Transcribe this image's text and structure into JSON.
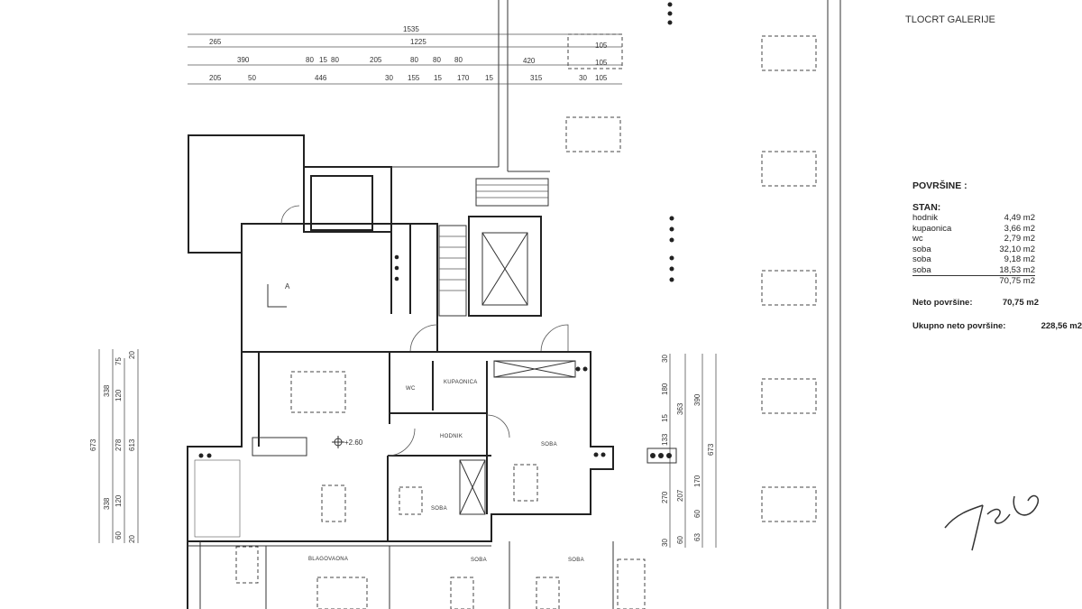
{
  "title": "TLOCRT GALERIJE",
  "areas": {
    "heading": "POVRŠINE :",
    "group": "STAN:",
    "rows": [
      {
        "name": "hodnik",
        "value": "4,49 m2"
      },
      {
        "name": "kupaonica",
        "value": "3,66 m2"
      },
      {
        "name": "wc",
        "value": "2,79 m2"
      },
      {
        "name": "soba",
        "value": "32,10 m2"
      },
      {
        "name": "soba",
        "value": "9,18 m2"
      },
      {
        "name": "soba",
        "value": "18,53 m2"
      }
    ],
    "sum": "70,75 m2",
    "neto_label": "Neto površine:",
    "neto_value": "70,75 m2",
    "total_label": "Ukupno neto površine:",
    "total_value": "228,56 m2"
  },
  "dims_top": {
    "r1": [
      "1535"
    ],
    "r2": [
      "265",
      "1225",
      "105"
    ],
    "r3": [
      "390",
      "80",
      "15",
      "80",
      "205",
      "80",
      "80",
      "80",
      "420",
      "105"
    ],
    "r4": [
      "205",
      "50",
      "446",
      "30",
      "155",
      "15",
      "170",
      "15",
      "315",
      "30",
      "105"
    ]
  },
  "dims_left": {
    "a": [
      "673"
    ],
    "b": [
      "338",
      "278",
      "338"
    ],
    "c": [
      "75",
      "120",
      "120",
      "60"
    ],
    "d": [
      "20",
      "613",
      "20"
    ]
  },
  "dims_right": {
    "a": [
      "30",
      "180",
      "15",
      "133",
      "270",
      "30"
    ],
    "b": [
      "363",
      "207",
      "60"
    ],
    "c": [
      "390",
      "170",
      "60",
      "63"
    ],
    "d": [
      "673"
    ]
  },
  "rooms": {
    "wc": "WC",
    "bath": "KUPAONICA",
    "hall": "HODNIK",
    "room1": "SOBA",
    "room2": "SOBA",
    "dining": "BLAGOVAONA",
    "room3": "SOBA",
    "room4": "SOBA"
  },
  "level": "+2.60",
  "section": "A"
}
